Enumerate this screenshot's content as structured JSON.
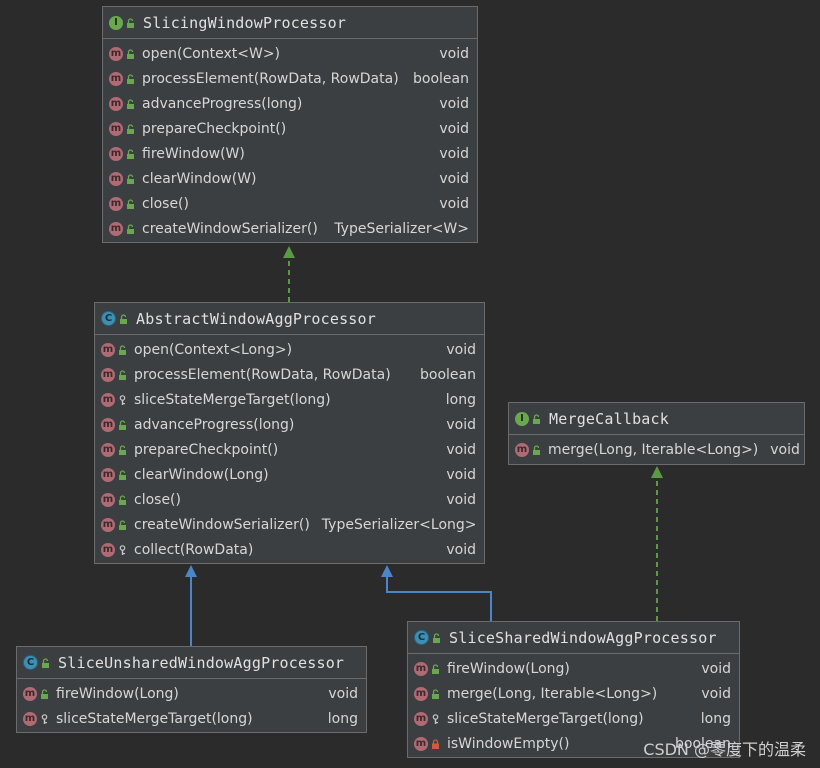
{
  "classes": {
    "slicing": {
      "name": "SlicingWindowProcessor",
      "kind_icon": "I",
      "methods": [
        {
          "sig": "open(Context<W>)",
          "ret": "void",
          "vis": "public"
        },
        {
          "sig": "processElement(RowData, RowData)",
          "ret": "boolean",
          "vis": "public"
        },
        {
          "sig": "advanceProgress(long)",
          "ret": "void",
          "vis": "public"
        },
        {
          "sig": "prepareCheckpoint()",
          "ret": "void",
          "vis": "public"
        },
        {
          "sig": "fireWindow(W)",
          "ret": "void",
          "vis": "public"
        },
        {
          "sig": "clearWindow(W)",
          "ret": "void",
          "vis": "public"
        },
        {
          "sig": "close()",
          "ret": "void",
          "vis": "public"
        },
        {
          "sig": "createWindowSerializer()",
          "ret": "TypeSerializer<W>",
          "vis": "public"
        }
      ]
    },
    "abstract": {
      "name": "AbstractWindowAggProcessor",
      "kind_icon": "C",
      "methods": [
        {
          "sig": "open(Context<Long>)",
          "ret": "void",
          "vis": "public"
        },
        {
          "sig": "processElement(RowData, RowData)",
          "ret": "boolean",
          "vis": "public"
        },
        {
          "sig": "sliceStateMergeTarget(long)",
          "ret": "long",
          "vis": "protected"
        },
        {
          "sig": "advanceProgress(long)",
          "ret": "void",
          "vis": "public"
        },
        {
          "sig": "prepareCheckpoint()",
          "ret": "void",
          "vis": "public"
        },
        {
          "sig": "clearWindow(Long)",
          "ret": "void",
          "vis": "public"
        },
        {
          "sig": "close()",
          "ret": "void",
          "vis": "public"
        },
        {
          "sig": "createWindowSerializer()",
          "ret": "TypeSerializer<Long>",
          "vis": "public"
        },
        {
          "sig": "collect(RowData)",
          "ret": "void",
          "vis": "protected"
        }
      ]
    },
    "merge": {
      "name": "MergeCallback",
      "kind_icon": "I",
      "methods": [
        {
          "sig": "merge(Long, Iterable<Long>)",
          "ret": "void",
          "vis": "public"
        }
      ]
    },
    "unshared": {
      "name": "SliceUnsharedWindowAggProcessor",
      "kind_icon": "C",
      "methods": [
        {
          "sig": "fireWindow(Long)",
          "ret": "void",
          "vis": "public"
        },
        {
          "sig": "sliceStateMergeTarget(long)",
          "ret": "long",
          "vis": "protected"
        }
      ]
    },
    "shared": {
      "name": "SliceSharedWindowAggProcessor",
      "kind_icon": "C",
      "methods": [
        {
          "sig": "fireWindow(Long)",
          "ret": "void",
          "vis": "public"
        },
        {
          "sig": "merge(Long, Iterable<Long>)",
          "ret": "void",
          "vis": "public"
        },
        {
          "sig": "sliceStateMergeTarget(long)",
          "ret": "long",
          "vis": "protected"
        },
        {
          "sig": "isWindowEmpty()",
          "ret": "boolean",
          "vis": "private"
        }
      ]
    }
  },
  "method_icon": "m",
  "watermark": "CSDN @零度下的温柔",
  "colors": {
    "implements_arrow": "#5b9a45",
    "extends_arrow": "#4a86c8",
    "public": "#6aa84f",
    "private": "#d0593e",
    "protected": "#c8c8c8"
  }
}
